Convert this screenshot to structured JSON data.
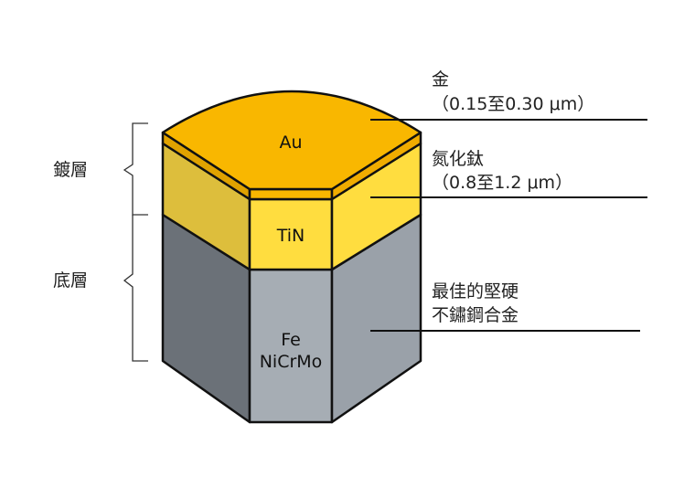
{
  "layers": {
    "au": {
      "symbol": "Au",
      "name": "金",
      "thickness": "（0.15至0.30 μm）",
      "color": "#F9B700"
    },
    "tin": {
      "symbol": "TiN",
      "name": "氮化鈦",
      "thickness": "（0.8至1.2 μm）",
      "color": "#FFDD3F"
    },
    "base": {
      "symbol_1": "Fe",
      "symbol_2": "NiCrMo",
      "desc_1": "最佳的堅硬",
      "desc_2": "不鏽鋼合金",
      "color": "#A6ADB4"
    }
  },
  "brackets": {
    "coating": "鍍層",
    "substrate": "底層"
  }
}
